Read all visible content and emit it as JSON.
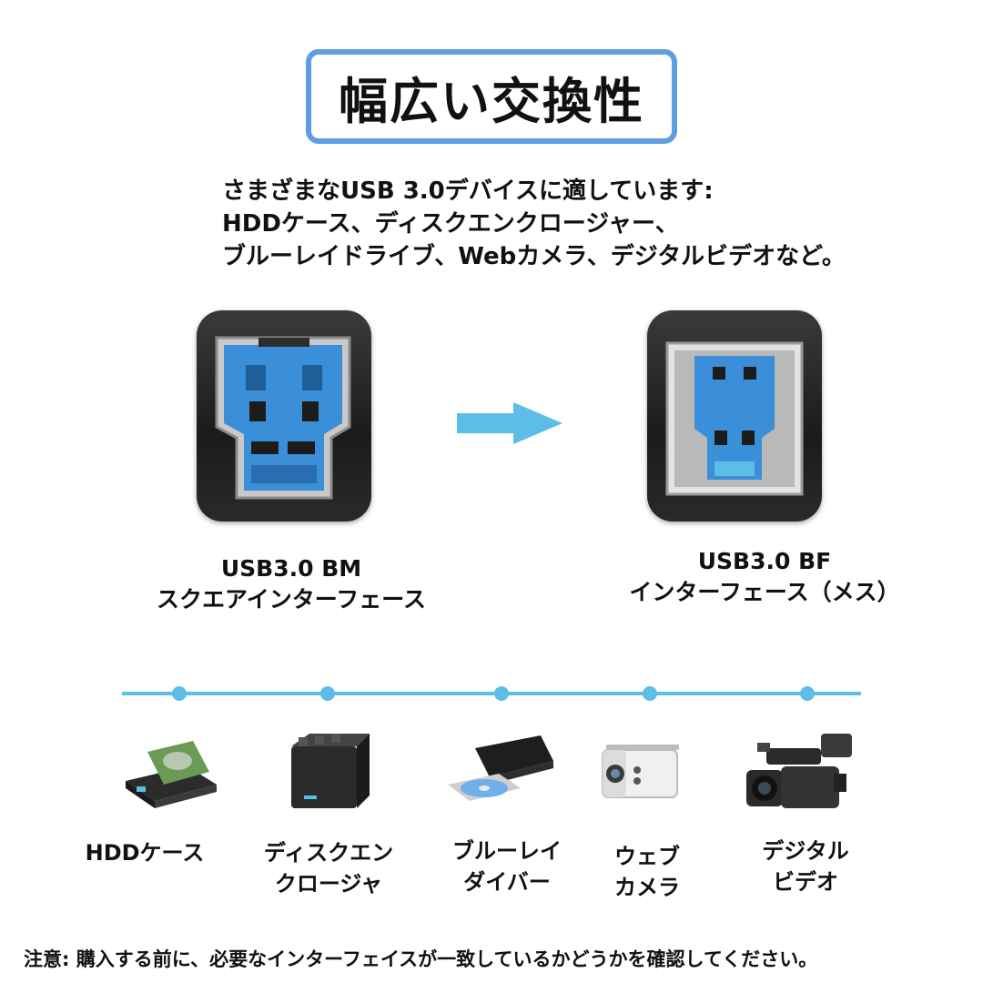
{
  "title": "幅広い交換性",
  "description": [
    "さまざまなUSB 3.0デバイスに適しています:",
    "HDDケース、ディスクエンクロージャー、",
    "ブルーレイドライブ、Webカメラ、デジタルビデオなど。"
  ],
  "ports": {
    "bm": {
      "label_line1": "USB3.0 BM",
      "label_line2": "スクエアインターフェース"
    },
    "bf": {
      "label_line1": "USB3.0 BF",
      "label_line2": "インターフェース（メス）"
    }
  },
  "colors": {
    "accent": "#5cbde6",
    "title_border": "#5c9ee0",
    "connector_blue": "#3a8fd8"
  },
  "devices": [
    {
      "icon": "hdd-enclosure-icon",
      "label_line1": "HDDケース",
      "label_line2": ""
    },
    {
      "icon": "disk-enclosure-icon",
      "label_line1": "ディスクエン",
      "label_line2": "クロージャ"
    },
    {
      "icon": "bluray-drive-icon",
      "label_line1": "ブルーレイ",
      "label_line2": "ダイバー"
    },
    {
      "icon": "webcam-icon",
      "label_line1": "ウェブ",
      "label_line2": "カメラ"
    },
    {
      "icon": "video-camera-icon",
      "label_line1": "デジタル",
      "label_line2": "ビデオ"
    }
  ],
  "note": "注意: 購入する前に、必要なインターフェイスが一致しているかどうかを確認してください。"
}
